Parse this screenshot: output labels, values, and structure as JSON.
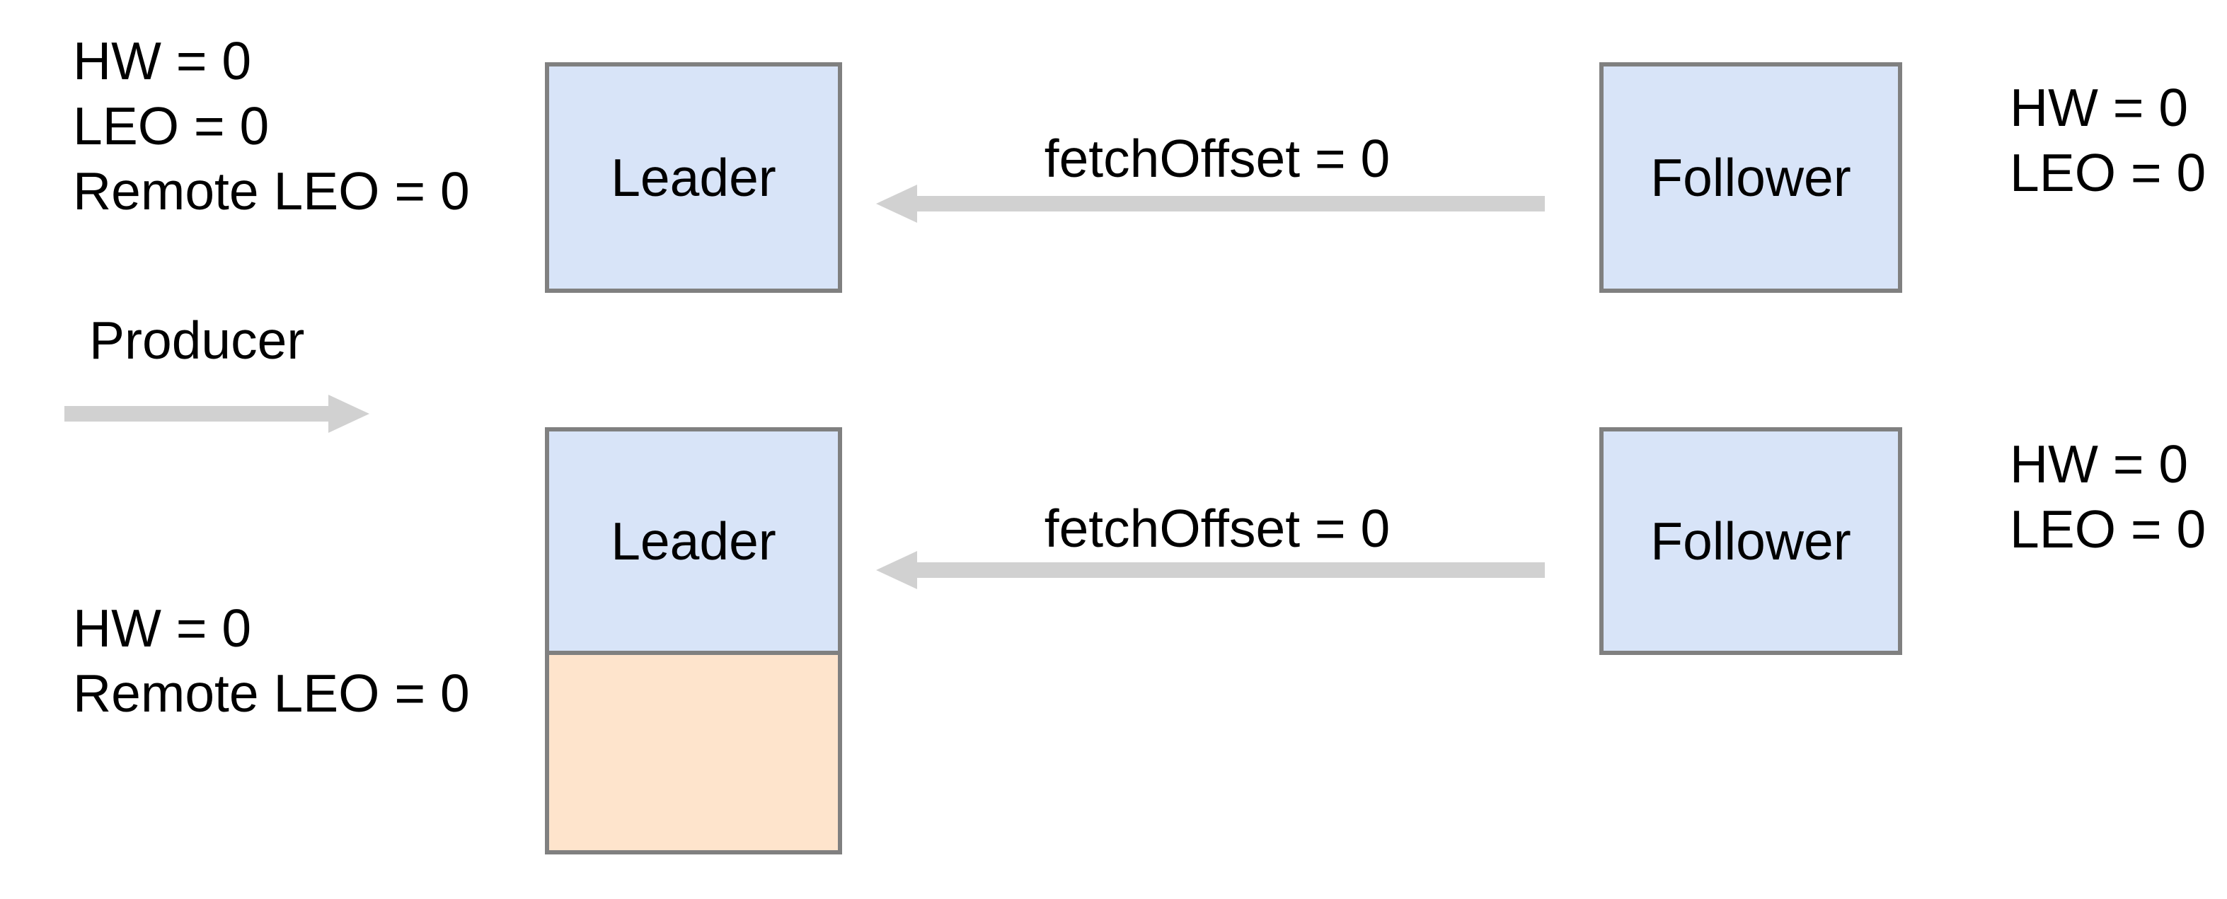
{
  "colors": {
    "box-blue": "#d8e4f8",
    "box-orange": "#fee4cc",
    "box-border": "#808080",
    "arrow-gray": "#d1d1d1",
    "text": "#000000"
  },
  "diagram": {
    "step1": {
      "leader_state": {
        "lines": [
          "HW = 0",
          "LEO = 0",
          "Remote LEO = 0"
        ]
      },
      "leader": {
        "label": "Leader"
      },
      "fetch": {
        "label": "fetchOffset = 0"
      },
      "follower": {
        "label": "Follower"
      },
      "follower_state": {
        "lines": [
          "HW = 0",
          "LEO = 0"
        ]
      }
    },
    "producer": {
      "label": "Producer"
    },
    "step2": {
      "leader_state": {
        "lines": [
          "HW = 0",
          "Remote LEO = 0"
        ]
      },
      "leader": {
        "label": "Leader"
      },
      "fetch": {
        "label": "fetchOffset = 0"
      },
      "follower": {
        "label": "Follower"
      },
      "follower_state": {
        "lines": [
          "HW = 0",
          "LEO = 0"
        ]
      }
    }
  }
}
